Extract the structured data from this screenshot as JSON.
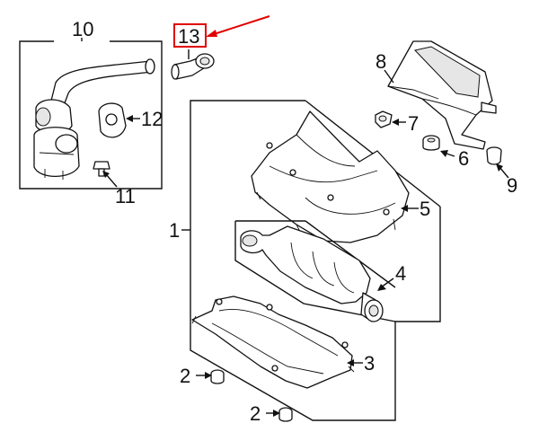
{
  "callouts": {
    "c1": "1",
    "c2a": "2",
    "c2b": "2",
    "c3": "3",
    "c4": "4",
    "c5": "5",
    "c6": "6",
    "c7": "7",
    "c8": "8",
    "c9": "9",
    "c10": "10",
    "c11": "11",
    "c12": "12",
    "c13": "13"
  },
  "colors": {
    "line": "#111111",
    "highlight": "#e00000",
    "background": "#ffffff"
  },
  "highlight": {
    "part_number": "13",
    "style": "red-box-with-red-arrow"
  }
}
